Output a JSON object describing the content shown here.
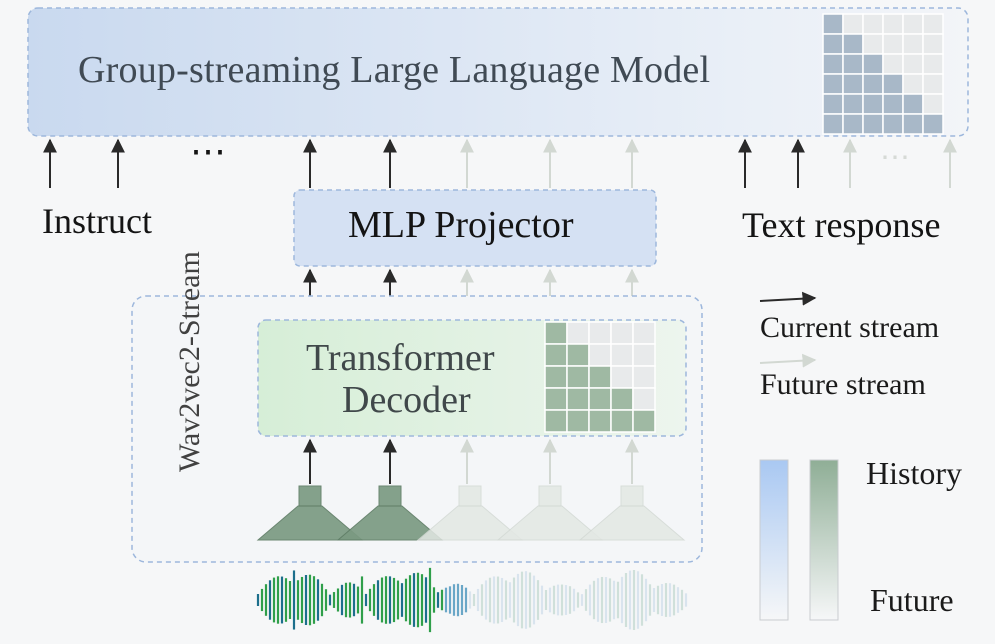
{
  "llm": {
    "title": "Group-streaming Large Language Model"
  },
  "inputs": {
    "instruct": "Instruct",
    "ellipsis": "⋯",
    "text_response": "Text response",
    "future_ellipsis": "⋯"
  },
  "projector": {
    "label": "MLP Projector"
  },
  "encoder": {
    "outer_label": "Wav2vec2-Stream",
    "decoder_line1": "Transformer",
    "decoder_line2": "Decoder"
  },
  "legend": {
    "current": "Current stream",
    "future": "Future stream",
    "history": "History",
    "future_bar": "Future"
  },
  "colors": {
    "llm_blue": "#c9d9ef",
    "decoder_green": "#dff1df",
    "cnn_green": "#7b9a82",
    "mask_filled": "#a8b8c8",
    "mask_filled_green": "#9fb9a3",
    "arrow_current": "#2a2a2a",
    "arrow_future": "#d2d8d2",
    "border_dash": "#9db7dc"
  },
  "masks": {
    "llm_lower_triangle_size": 6,
    "decoder_lower_triangle_size": 5
  }
}
